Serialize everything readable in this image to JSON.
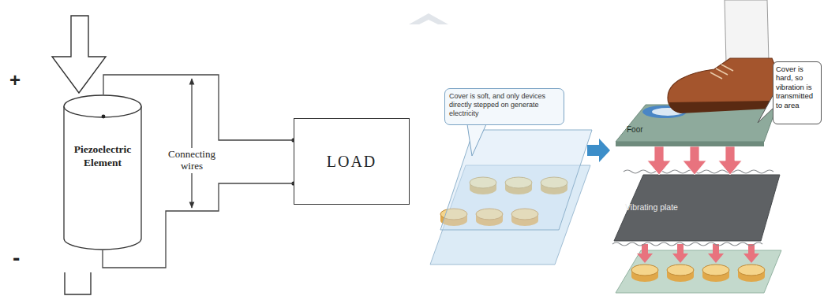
{
  "diagram": {
    "nodes": [
      {
        "text": [
          "Piezoelectric Element"
        ]
      },
      {
        "text": [
          "LOAD"
        ]
      },
      {
        "text": [
          "Cover is soft, and only devices directly stepped on generate electricity"
        ]
      },
      {
        "text": [
          "Foor"
        ]
      },
      {
        "text": [
          "Vibrating plate"
        ]
      },
      {
        "text": [
          "Cover is hard, so vibration is transmitted to area"
        ]
      }
    ],
    "edges": [
      {
        "from": 0,
        "to": 1,
        "arrow": "none"
      },
      {
        "from": 0,
        "to": 1,
        "arrow": "none"
      }
    ],
    "labels": [
      "+",
      "-",
      "Connecting wires"
    ]
  }
}
